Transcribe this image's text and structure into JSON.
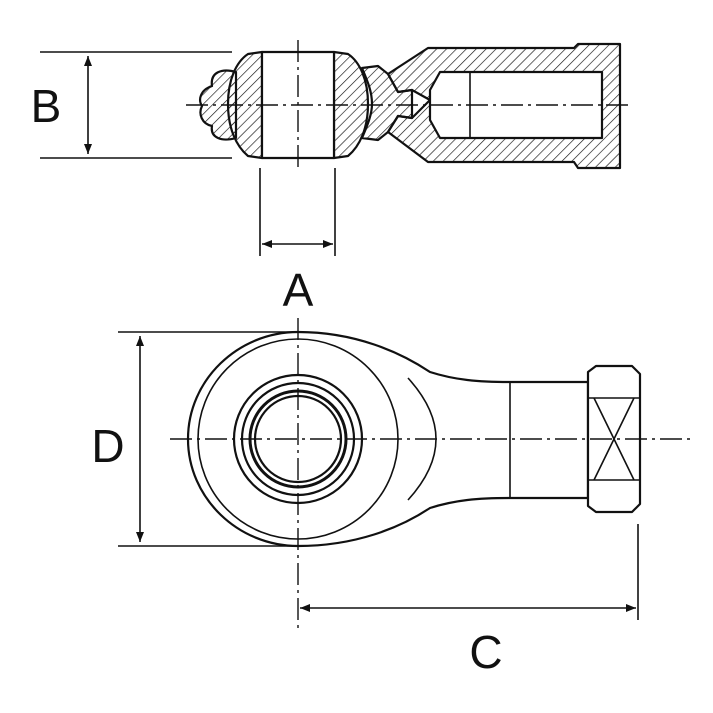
{
  "dimension_labels": {
    "a": "A",
    "b": "B",
    "c": "C",
    "d": "D"
  },
  "views": [
    {
      "view": "section-top"
    },
    {
      "view": "front-bottom"
    }
  ]
}
